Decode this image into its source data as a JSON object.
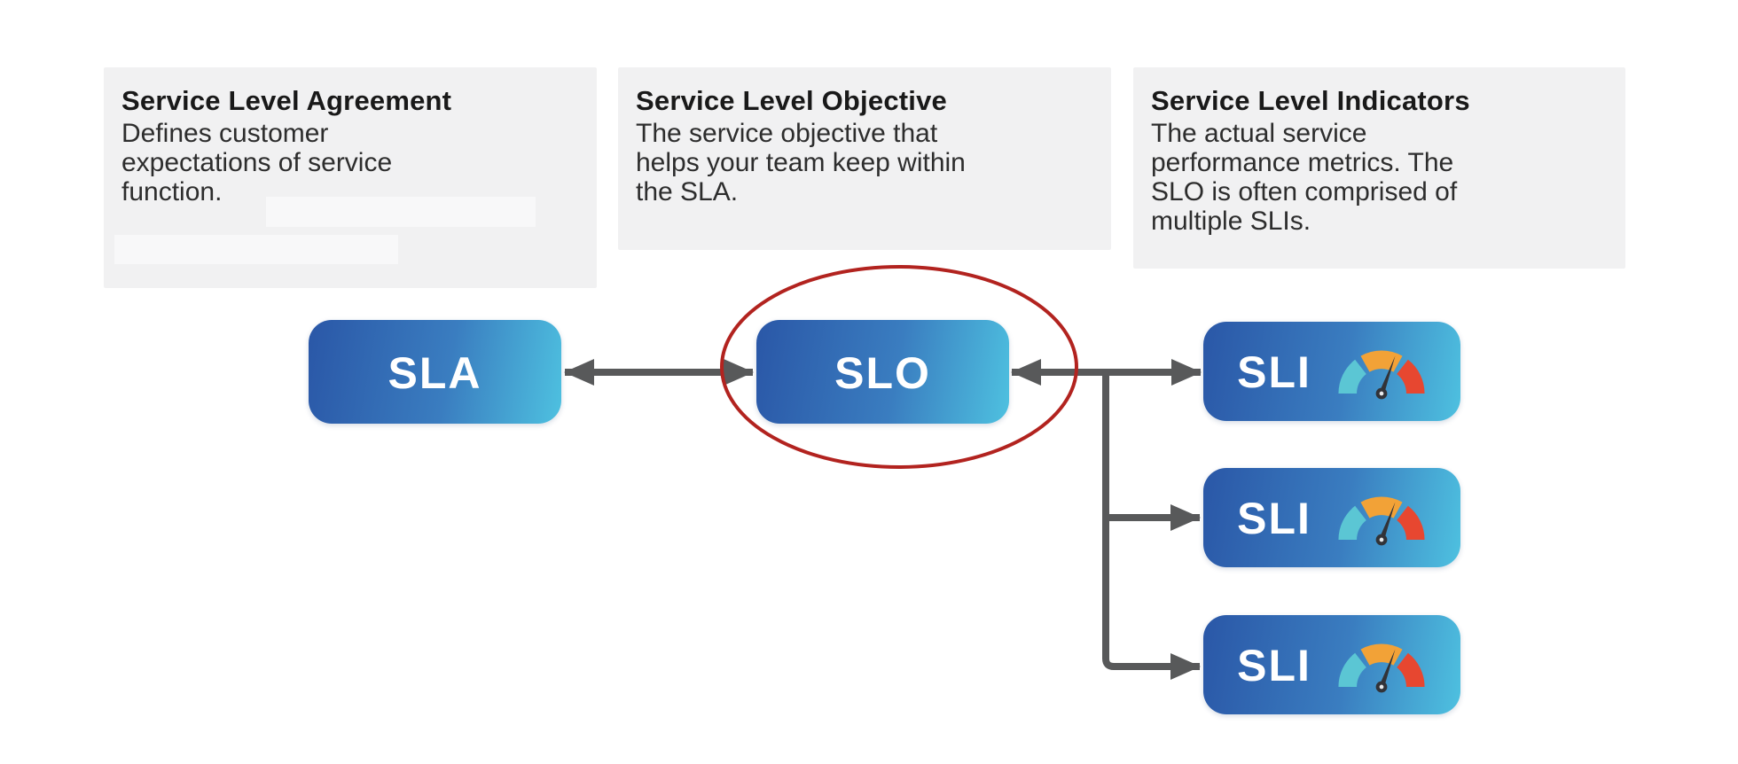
{
  "cards": [
    {
      "title": "Service Level Agreement",
      "lines": [
        "Defines customer",
        "expectations of service",
        "function."
      ]
    },
    {
      "title": "Service Level Objective",
      "lines": [
        "The service objective that",
        "helps your team keep within",
        "the SLA."
      ]
    },
    {
      "title": "Service Level Indicators",
      "lines": [
        "The actual service",
        "performance metrics. The",
        "SLO is often comprised of",
        "multiple SLIs."
      ]
    }
  ],
  "nodes": {
    "sla": {
      "label": "SLA"
    },
    "slo": {
      "label": "SLO",
      "highlighted": true
    },
    "sli": [
      {
        "label": "SLI",
        "icon": "gauge-icon"
      },
      {
        "label": "SLI",
        "icon": "gauge-icon"
      },
      {
        "label": "SLI",
        "icon": "gauge-icon"
      }
    ]
  },
  "colors": {
    "node_gradient_start": "#2a57a7",
    "node_gradient_end": "#4ec1e0",
    "arrow": "#58595a",
    "highlight_ellipse": "#b2231f",
    "card_background": "#f1f1f2",
    "gauge_teal": "#5bc6d4",
    "gauge_orange": "#f2a237",
    "gauge_red": "#e74730",
    "gauge_needle": "#323338"
  }
}
